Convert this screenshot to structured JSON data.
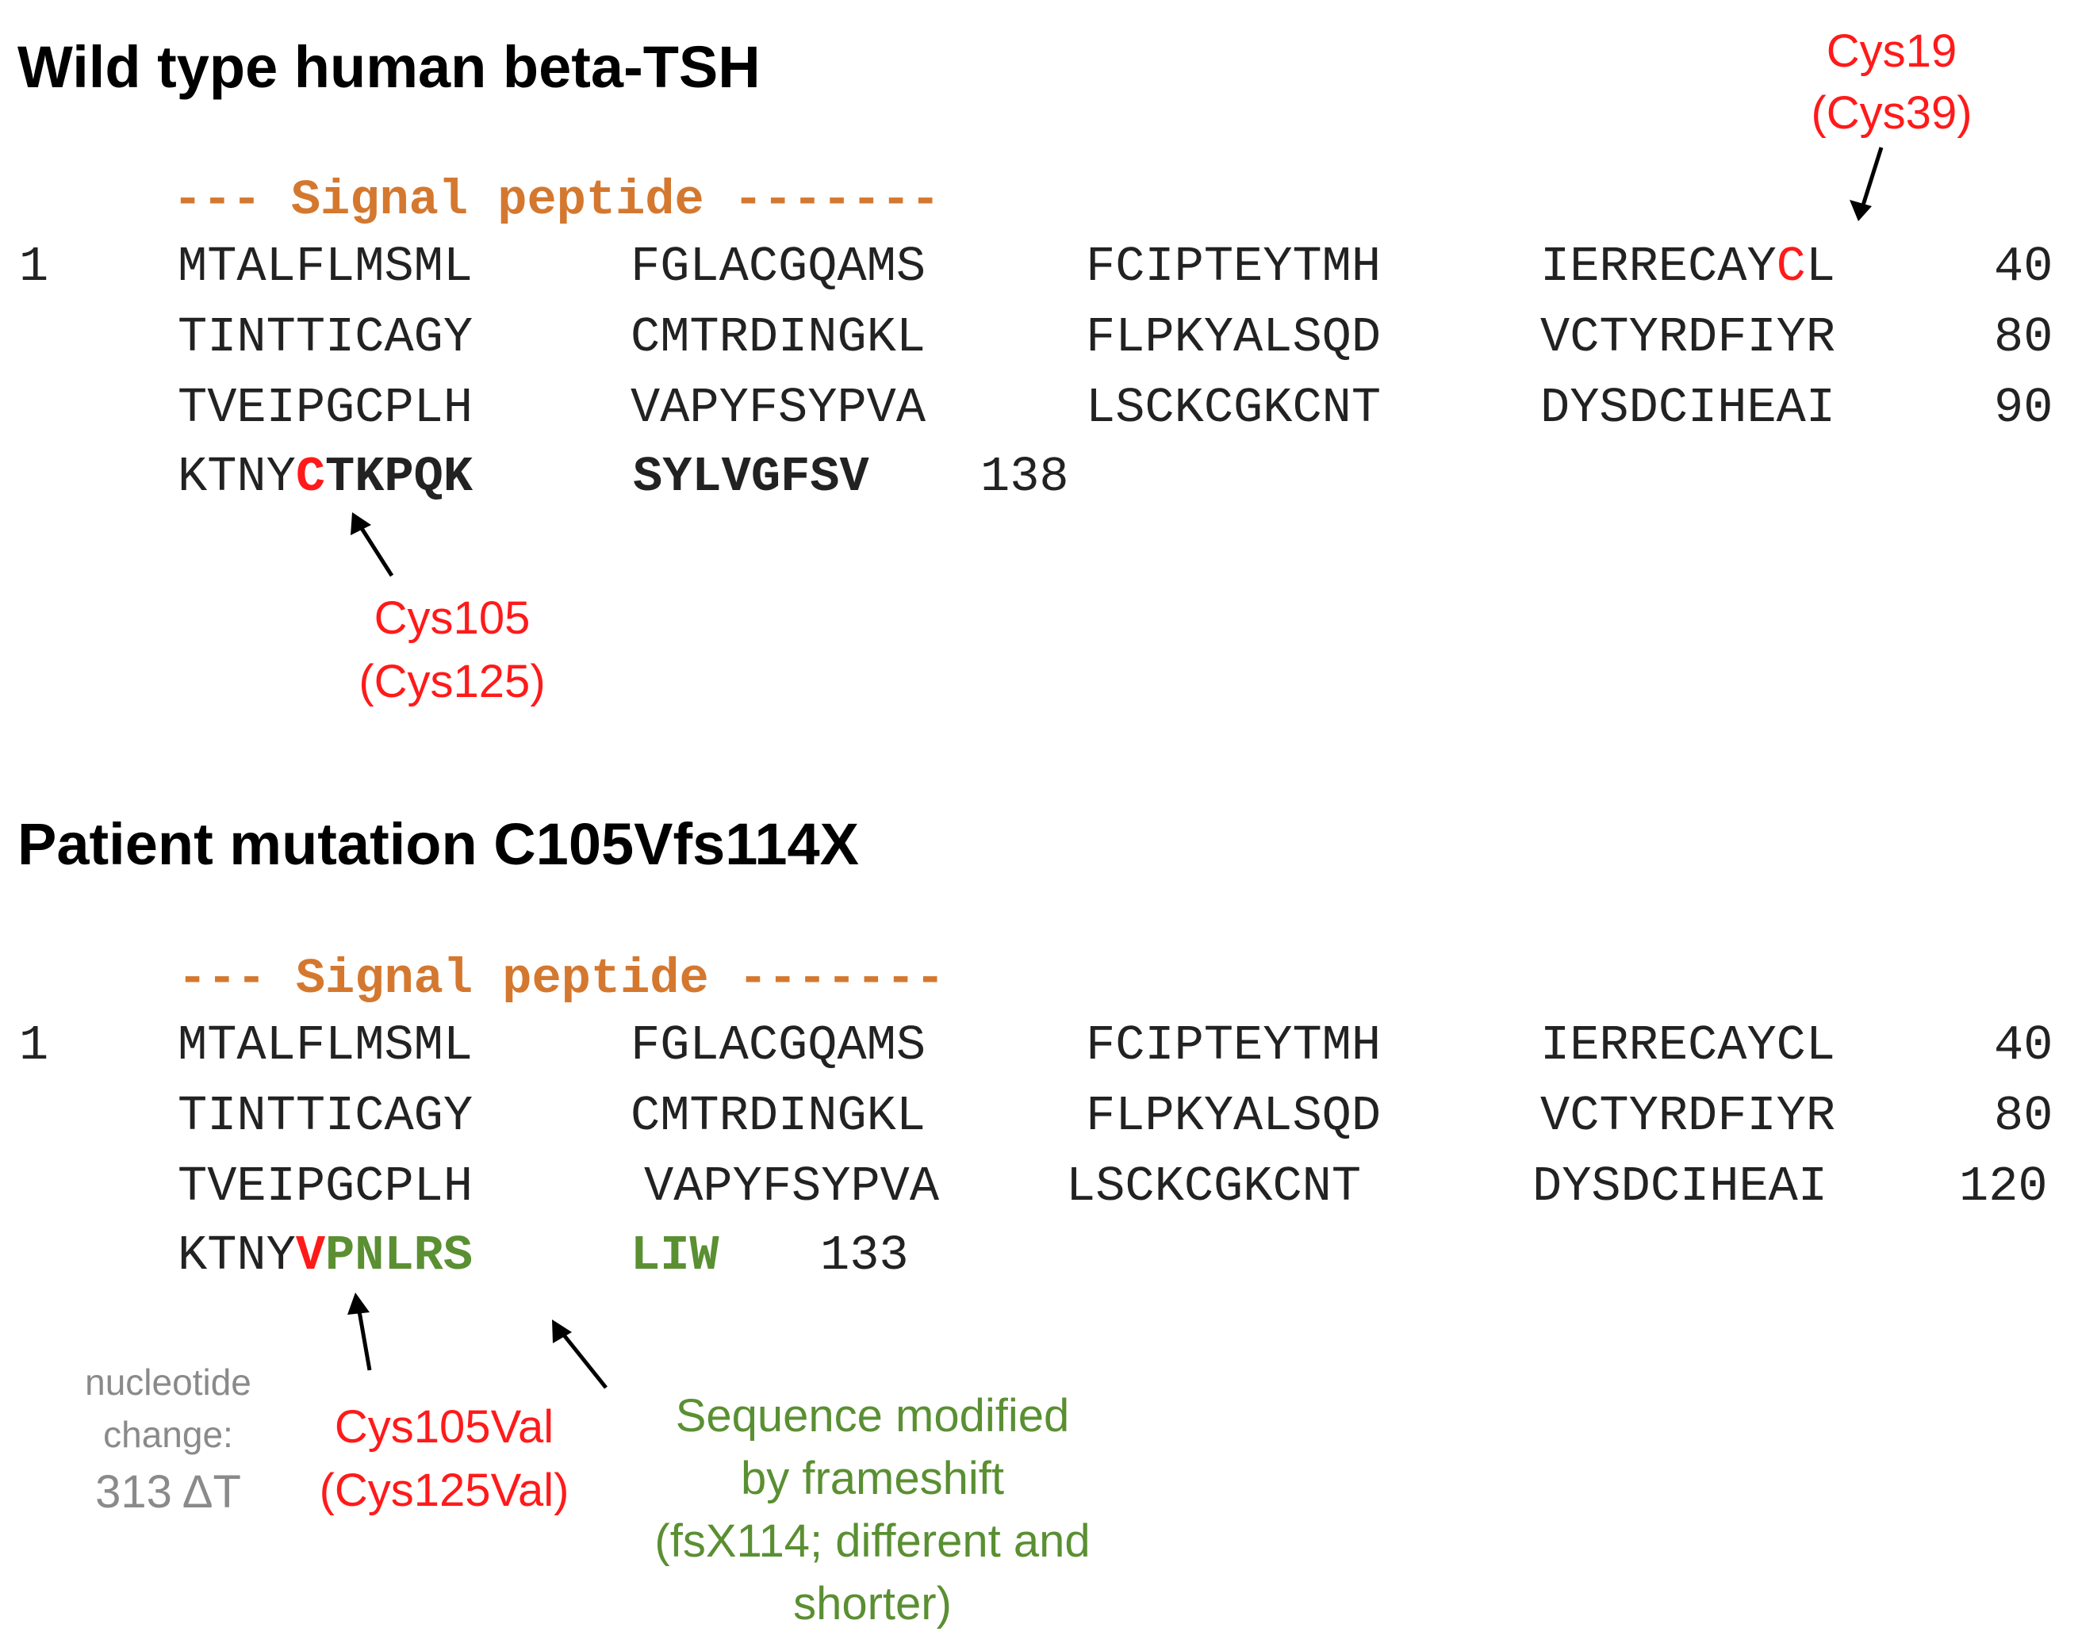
{
  "colors": {
    "text": "#222222",
    "signal": "#d4782f",
    "red": "#ff1a1a",
    "green": "#5a8f32",
    "gray": "#8a8a8a"
  },
  "wildtype": {
    "title": "Wild type human beta-TSH",
    "signal_label": "--- Signal peptide -------",
    "start": "1",
    "rows": [
      {
        "blocks": [
          "MTALFLMSML",
          "FGLACGQAMS",
          "FCIPTEYTMH",
          "IERRECAY"
        ],
        "highlight": "C",
        "tail": "L",
        "end": "40"
      },
      {
        "blocks": [
          "TINTTICAGY",
          "CMTRDINGKL",
          "FLPKYALSQD",
          "VCTYRDFIYR"
        ],
        "end": "80"
      },
      {
        "blocks": [
          "TVEIPGCPLH",
          "VAPYFSYPVA",
          "LSCKCGKCNT",
          "DYSDCIHEAI"
        ],
        "end": "90"
      }
    ],
    "last_row": {
      "pre": "KTNY",
      "mut": "C",
      "rest1": "TKPQK",
      "rest2": "SYLVGFSV",
      "end": "138"
    },
    "cys19": [
      "Cys19",
      "(Cys39)"
    ],
    "cys105": [
      "Cys105",
      "(Cys125)"
    ]
  },
  "patient": {
    "title": "Patient mutation C105Vfs114X",
    "signal_label": "--- Signal peptide -------",
    "start": "1",
    "rows": [
      {
        "blocks": [
          "MTALFLMSML",
          "FGLACGQAMS",
          "FCIPTEYTMH",
          "IERRECAYCL"
        ],
        "end": "40"
      },
      {
        "blocks": [
          "TINTTICAGY",
          "CMTRDINGKL",
          "FLPKYALSQD",
          "VCTYRDFIYR"
        ],
        "end": "80"
      },
      {
        "blocks": [
          "TVEIPGCPLH",
          "VAPYFSYPVA",
          "LSCKCGKCNT",
          "DYSDCIHEAI"
        ],
        "end": "120"
      }
    ],
    "last_row": {
      "pre": "KTNY",
      "mut": "V",
      "rest1": "PNLRS",
      "rest2": "LIW",
      "end": "133"
    },
    "nucleotide": [
      "nucleotide",
      "change:",
      "313 ΔT"
    ],
    "mutation_label": [
      "Cys105Val",
      "(Cys125Val)"
    ],
    "frameshift_label": [
      "Sequence modified",
      "by frameshift",
      "(fsX114; different and",
      "shorter)"
    ]
  }
}
